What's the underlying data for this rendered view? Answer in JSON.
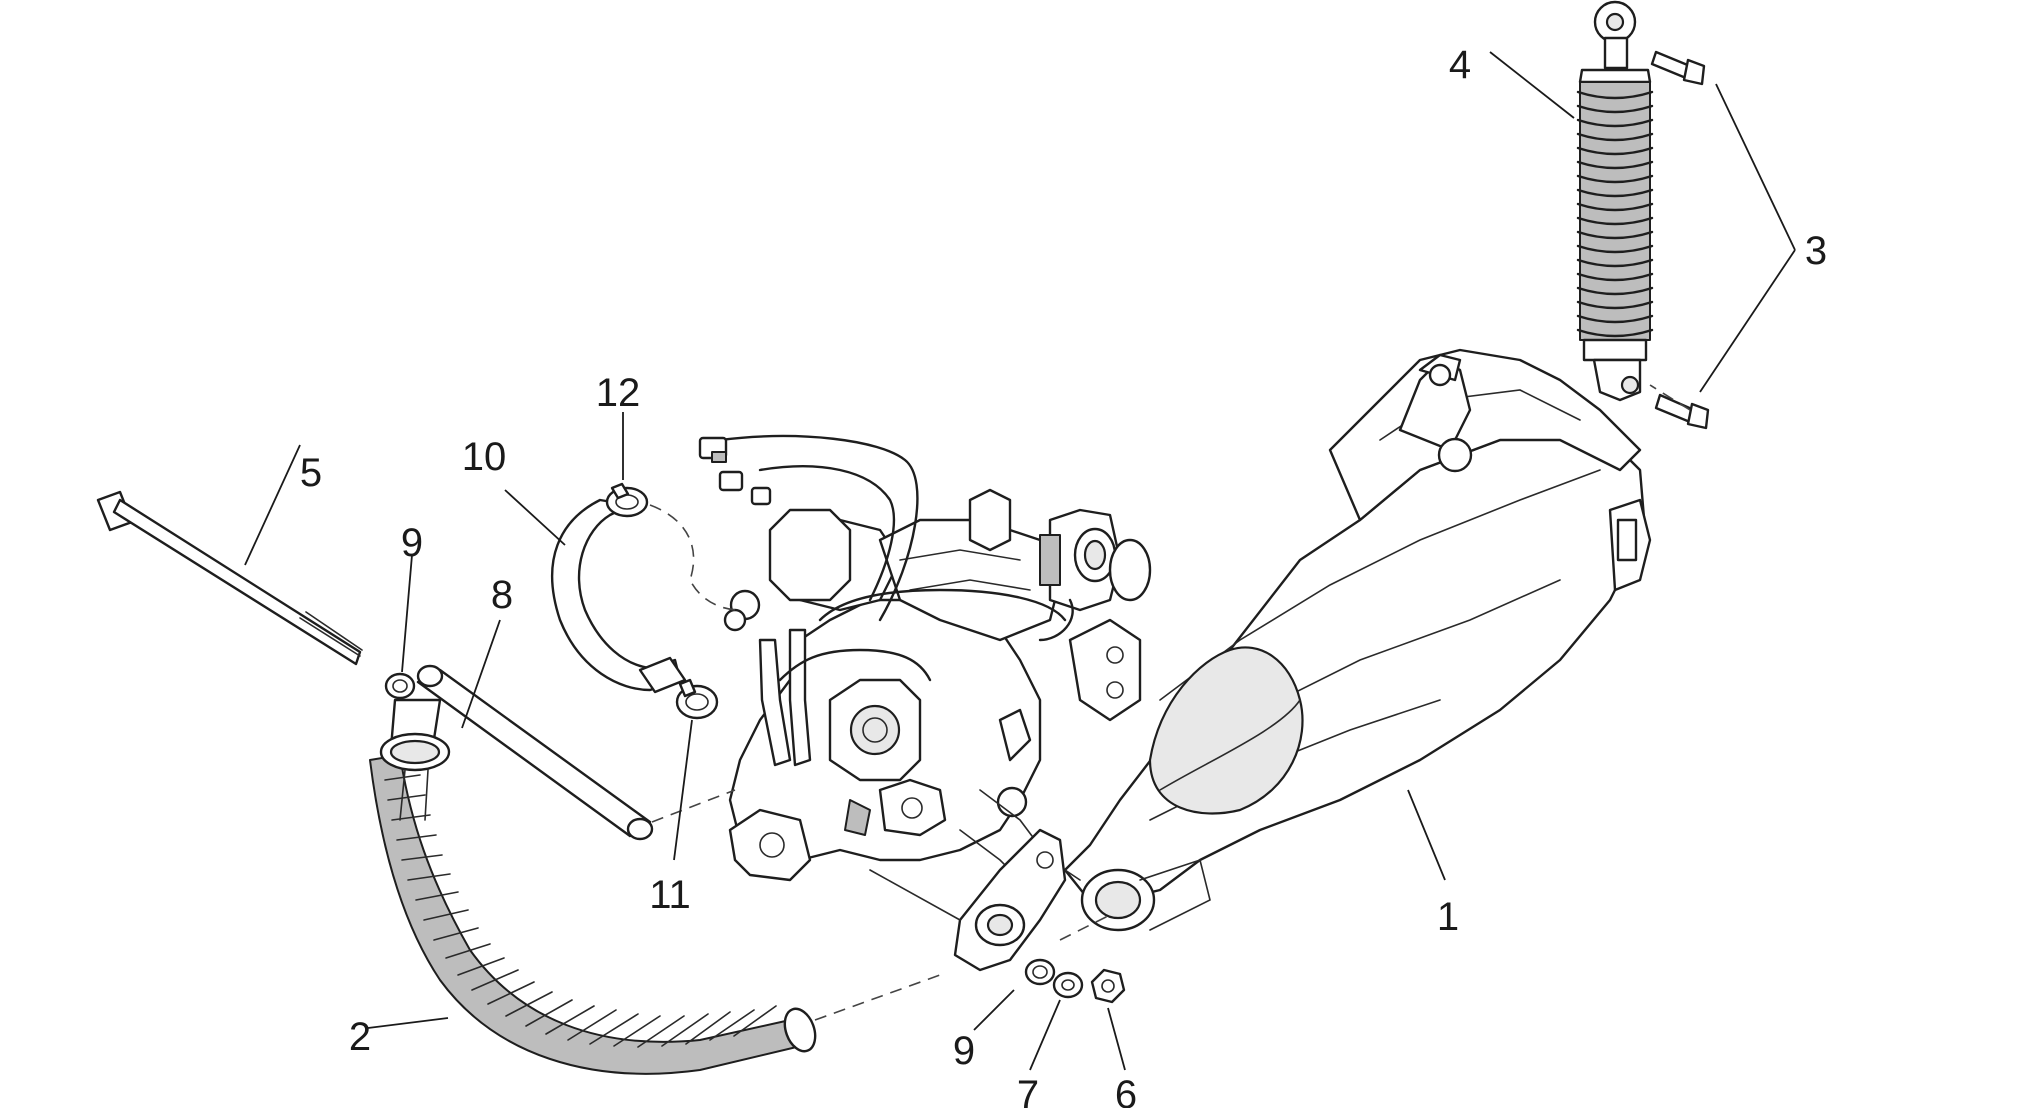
{
  "callouts": [
    {
      "id": "1",
      "label": "1"
    },
    {
      "id": "2",
      "label": "2"
    },
    {
      "id": "3",
      "label": "3"
    },
    {
      "id": "4",
      "label": "4"
    },
    {
      "id": "5",
      "label": "5"
    },
    {
      "id": "6",
      "label": "6"
    },
    {
      "id": "7",
      "label": "7"
    },
    {
      "id": "8",
      "label": "8"
    },
    {
      "id": "9a",
      "label": "9"
    },
    {
      "id": "9b",
      "label": "9"
    },
    {
      "id": "10",
      "label": "10"
    },
    {
      "id": "11",
      "label": "11"
    },
    {
      "id": "12",
      "label": "12"
    }
  ],
  "colors": {
    "ink": "#1e1e1e",
    "background": "#ffffff",
    "shade": "#e8e8e8"
  }
}
